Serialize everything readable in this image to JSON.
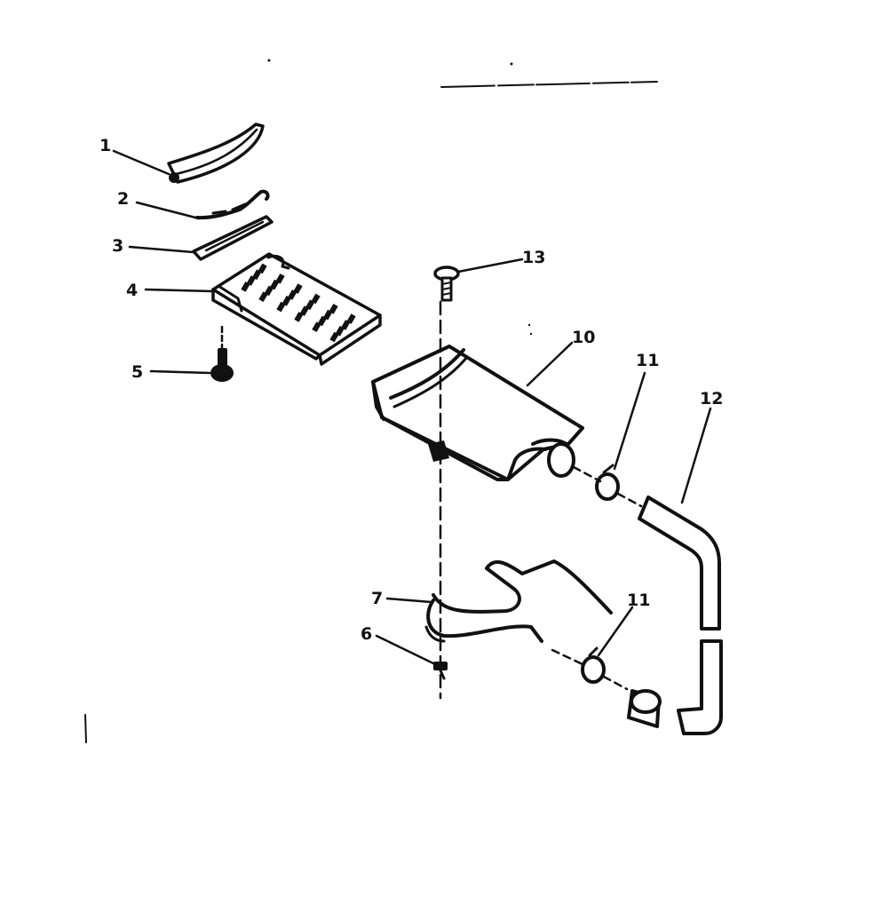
{
  "diagram": {
    "callouts": [
      {
        "id": "1",
        "label": "1"
      },
      {
        "id": "2",
        "label": "2"
      },
      {
        "id": "3",
        "label": "3"
      },
      {
        "id": "4",
        "label": "4"
      },
      {
        "id": "5",
        "label": "5"
      },
      {
        "id": "6",
        "label": "6"
      },
      {
        "id": "7",
        "label": "7"
      },
      {
        "id": "10",
        "label": "10"
      },
      {
        "id": "11a",
        "label": "11"
      },
      {
        "id": "11b",
        "label": "11"
      },
      {
        "id": "12",
        "label": "12"
      },
      {
        "id": "13",
        "label": "13"
      }
    ]
  },
  "colors": {
    "ink": "#111111",
    "paper": "#ffffff"
  }
}
